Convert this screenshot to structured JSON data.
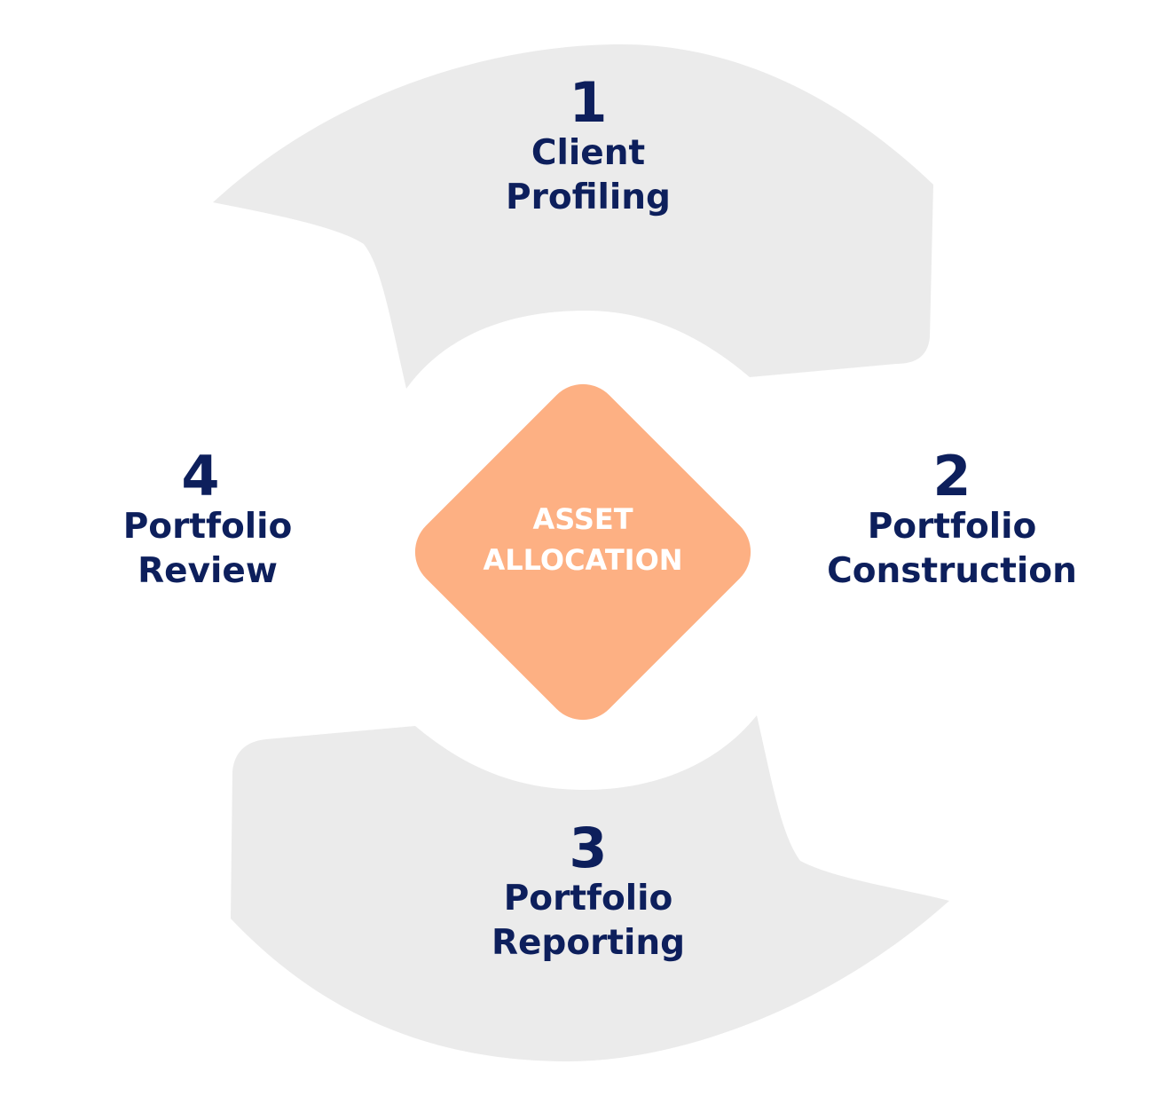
{
  "center": {
    "line1": "ASSET",
    "line2": "ALLOCATION"
  },
  "steps": [
    {
      "number": "1",
      "line1": "Client",
      "line2": "Profiling"
    },
    {
      "number": "2",
      "line1": "Portfolio",
      "line2": "Construction"
    },
    {
      "number": "3",
      "line1": "Portfolio",
      "line2": "Reporting"
    },
    {
      "number": "4",
      "line1": "Portfolio",
      "line2": "Review"
    }
  ],
  "colors": {
    "arc_fill": "#ebebeb",
    "center_fill": "#fdb083",
    "text_dark": "#0d1f5c",
    "text_light": "#ffffff"
  }
}
